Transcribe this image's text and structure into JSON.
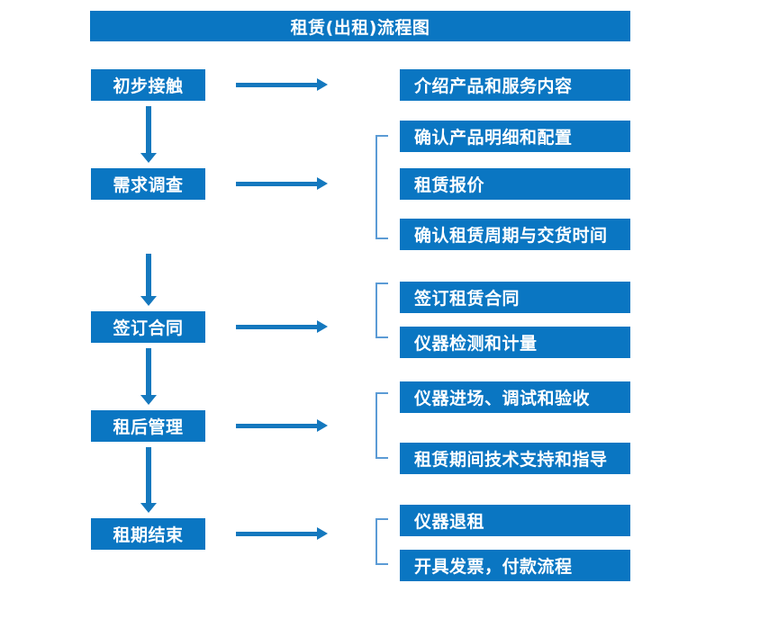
{
  "diagram": {
    "title": "租赁(出租)流程图",
    "theme": {
      "box_fill": "#0a76c2",
      "box_text": "#ffffff",
      "arrow": "#1478be",
      "bracket": "#5b9bd5",
      "background": "#ffffff"
    },
    "stages": [
      {
        "id": "stage-1",
        "label": "初步接触"
      },
      {
        "id": "stage-2",
        "label": "需求调查"
      },
      {
        "id": "stage-3",
        "label": "签订合同"
      },
      {
        "id": "stage-4",
        "label": "租后管理"
      },
      {
        "id": "stage-5",
        "label": "租期结束"
      }
    ],
    "details": [
      {
        "id": "detail-1-1",
        "label": "介绍产品和服务内容"
      },
      {
        "id": "detail-2-1",
        "label": "确认产品明细和配置"
      },
      {
        "id": "detail-2-2",
        "label": "租赁报价"
      },
      {
        "id": "detail-2-3",
        "label": "确认租赁周期与交货时间"
      },
      {
        "id": "detail-3-1",
        "label": "签订租赁合同"
      },
      {
        "id": "detail-3-2",
        "label": "仪器检测和计量"
      },
      {
        "id": "detail-4-1",
        "label": "仪器进场、调试和验收"
      },
      {
        "id": "detail-4-2",
        "label": "租赁期间技术支持和指导"
      },
      {
        "id": "detail-5-1",
        "label": "仪器退租"
      },
      {
        "id": "detail-5-2",
        "label": "开具发票，付款流程"
      }
    ]
  }
}
